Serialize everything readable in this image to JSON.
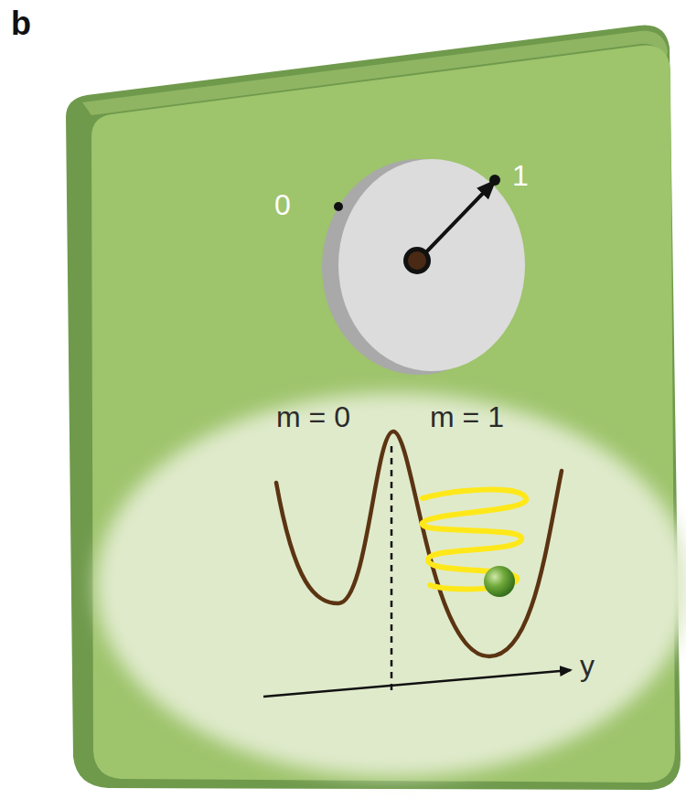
{
  "diagram": {
    "labels": [
      "b",
      "0",
      "1",
      "m = 0",
      "m = 1",
      "y"
    ]
  }
}
